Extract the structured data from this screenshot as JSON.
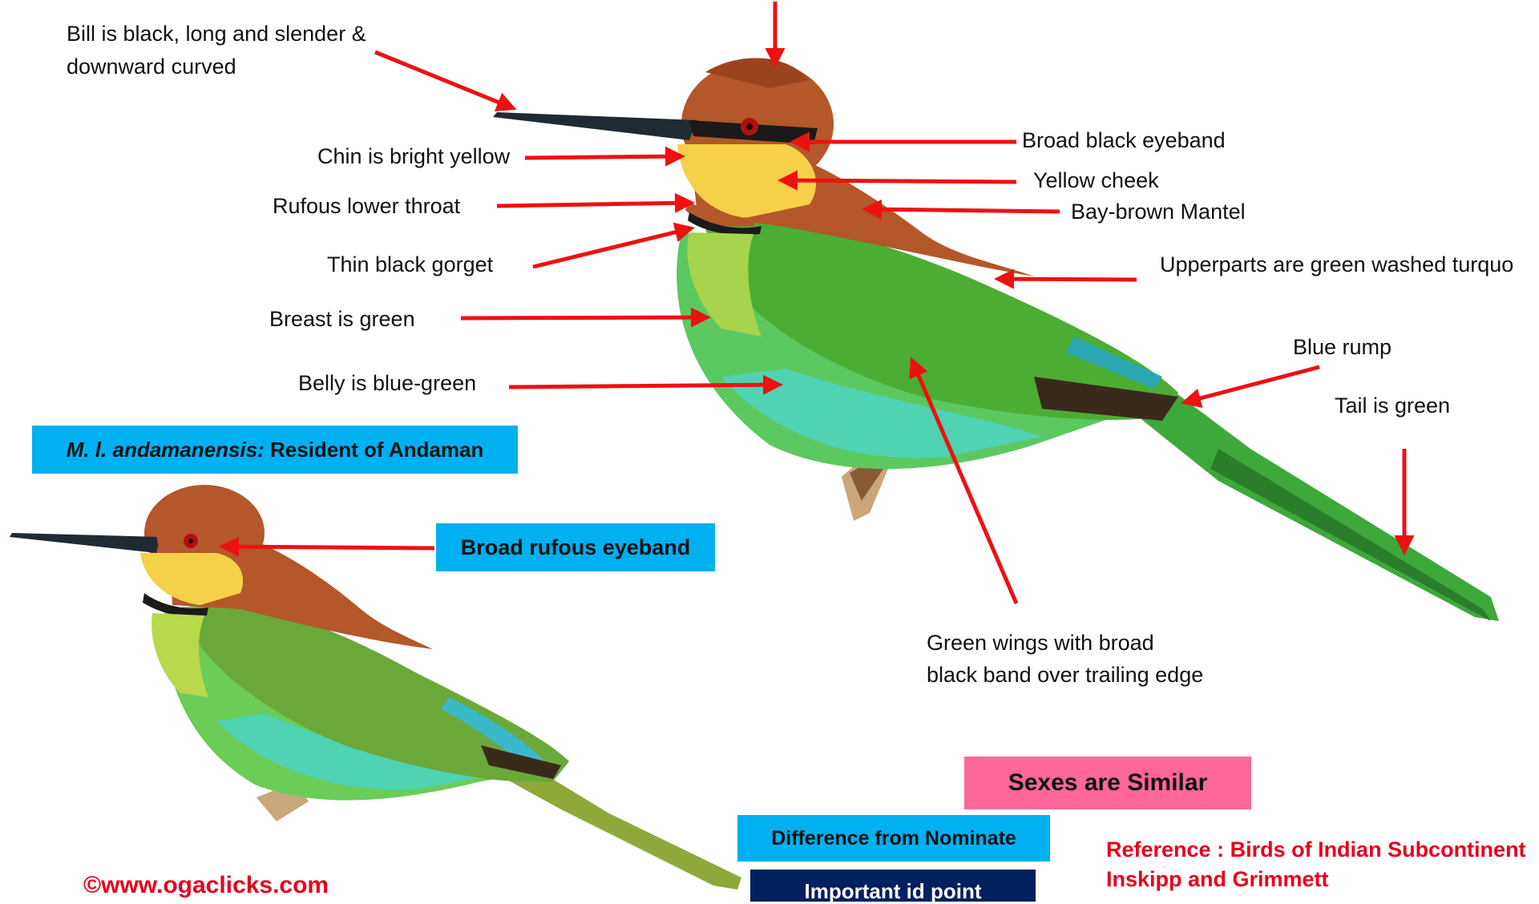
{
  "colors": {
    "arrow": "#ee1111",
    "cyan_box": "#00b0f0",
    "pink_box": "#ff6699",
    "navy_box": "#002060",
    "reference": "#e5001e"
  },
  "labels": {
    "bill": "Bill is black, long and slender &",
    "bill2": "downward curved",
    "chin": "Chin is bright yellow",
    "rufous_throat": "Rufous lower throat",
    "gorget": "Thin black gorget",
    "breast": "Breast  is green",
    "belly": "Belly is blue-green",
    "eyeband": "Broad black eyeband",
    "cheek": "Yellow cheek",
    "mantel": "Bay-brown Mantel",
    "upperparts": "Upperparts are  green washed turquo",
    "rump": "Blue rump",
    "tail": "Tail is green",
    "wings1": "Green wings with broad",
    "wings2": "black band over trailing edge"
  },
  "subspecies": {
    "name": "M. l. andamanensis:",
    "desc": " Resident of Andaman",
    "eyeband_note": "Broad rufous eyeband"
  },
  "legend": {
    "sexes": "Sexes are Similar",
    "difference": "Difference from Nominate",
    "important": "Important  id point"
  },
  "reference": {
    "line1": "Reference : Birds of Indian Subcontinent",
    "line2": "Inskipp and Grimmett"
  },
  "copyright": "©www.ogaclicks.com"
}
